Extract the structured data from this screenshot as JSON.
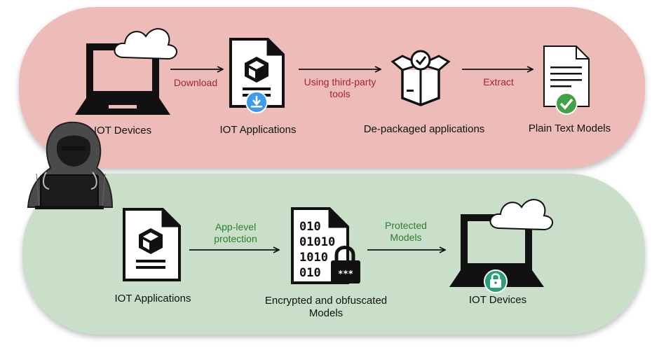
{
  "top_flow": {
    "iot_devices": "IOT Devices",
    "iot_applications": "IOT Applications",
    "depackaged": "De-packaged applications",
    "plain_text": "Plain Text Models",
    "arrow_download": "Download",
    "arrow_tools": "Using third-party tools",
    "arrow_extract": "Extract"
  },
  "bottom_flow": {
    "iot_applications": "IOT Applications",
    "encrypted": "Encrypted and obfuscated Models",
    "iot_devices": "IOT Devices",
    "arrow_protection": "App-level protection",
    "arrow_protected": "Protected Models"
  },
  "binary_lines": [
    "010",
    "01010",
    "1010",
    "010"
  ],
  "password_mask": "***",
  "colors": {
    "top_panel": "#edbcb8",
    "bottom_panel": "#c9dfc9",
    "arrow_label_top": "#a8242b",
    "arrow_label_bottom": "#2e7d32",
    "download_badge": "#3d9be9",
    "check_badge": "#43a047",
    "lock_badge": "#2a9d79"
  },
  "icons": [
    "laptop-cloud-icon",
    "app-file-icon",
    "download-icon",
    "open-box-icon",
    "document-icon",
    "check-icon",
    "hacker-icon",
    "binary-file-icon",
    "padlock-icon",
    "lock-icon"
  ]
}
